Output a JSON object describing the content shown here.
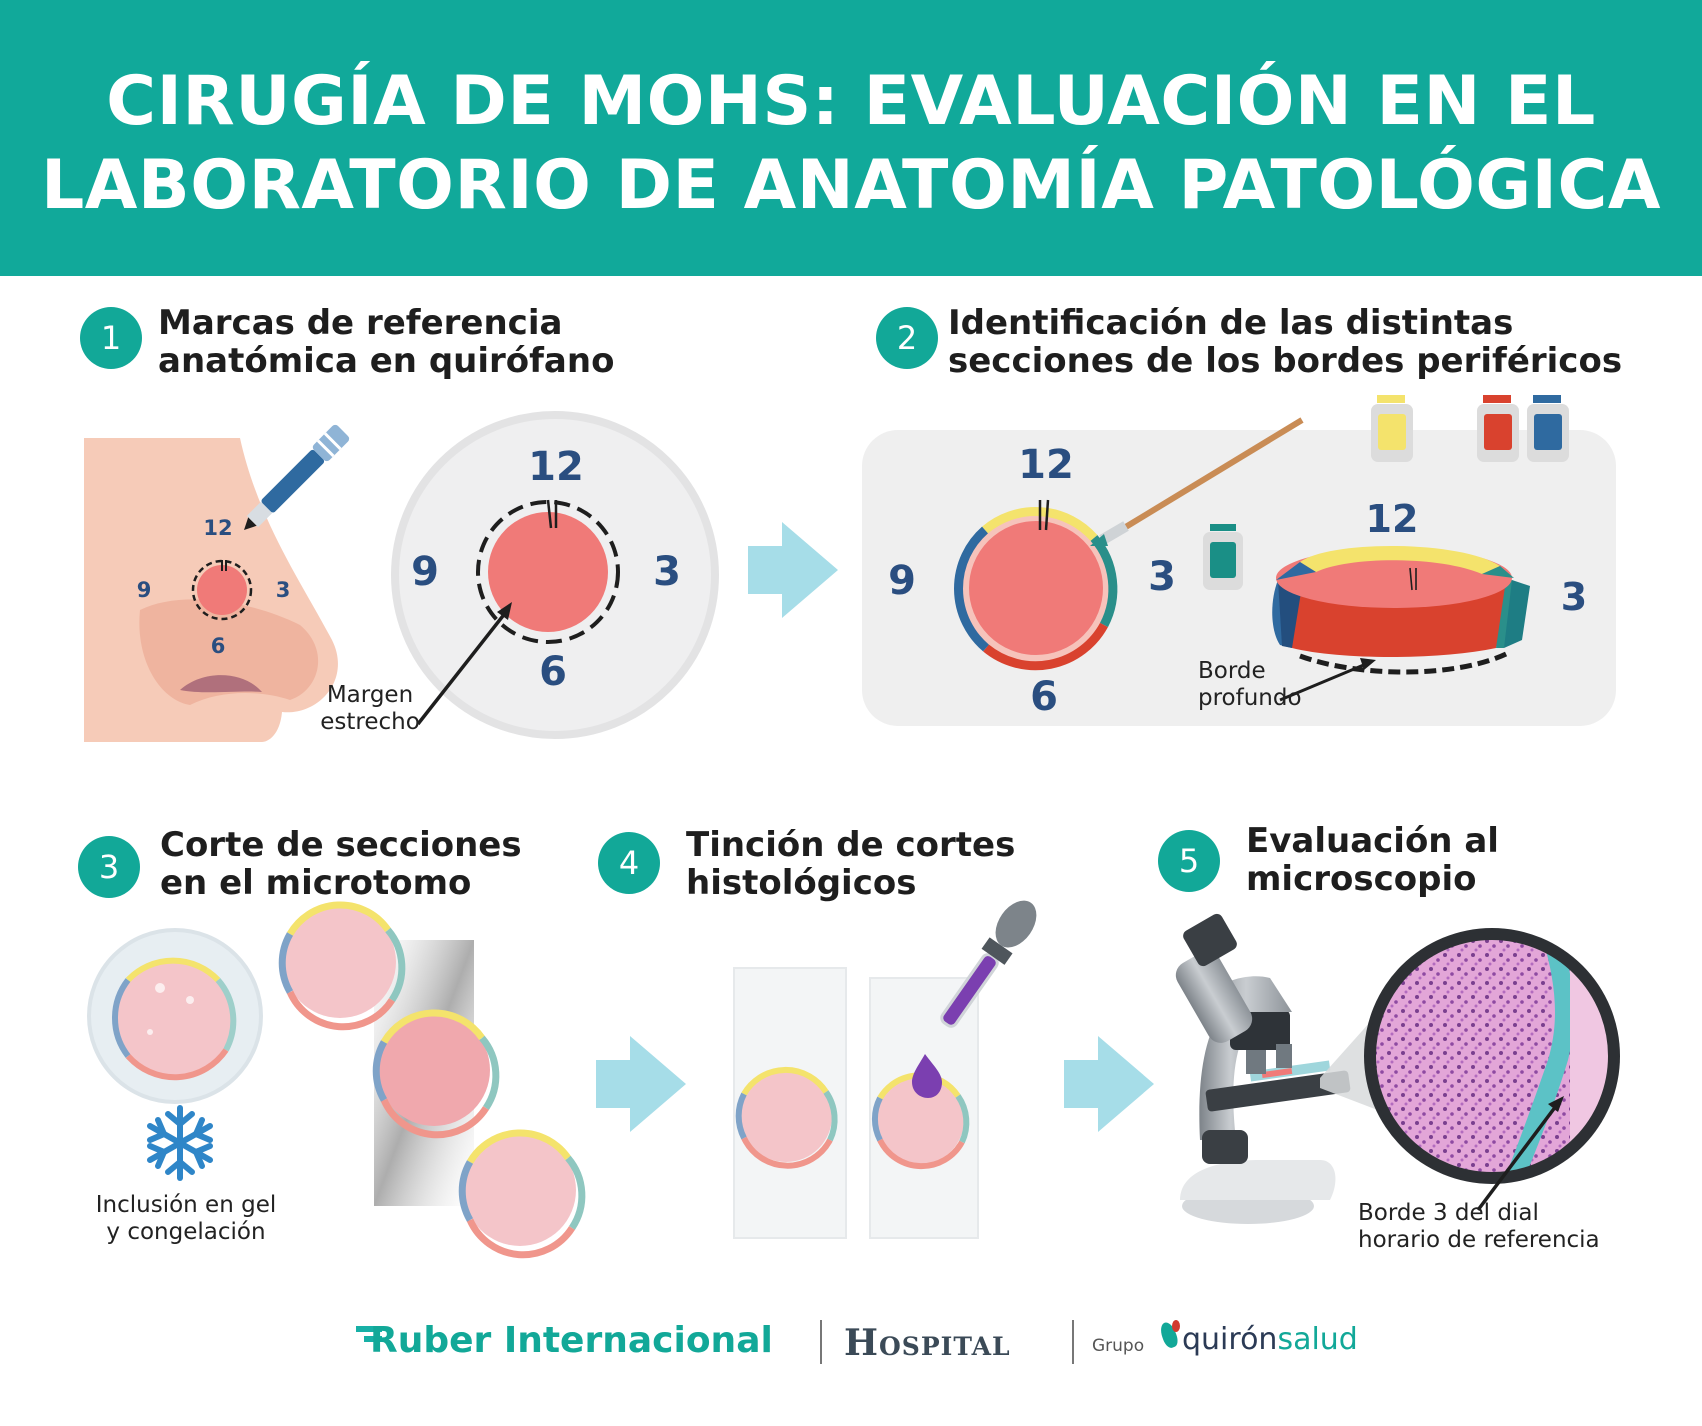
{
  "header": {
    "title_line1": "CIRUGÍA DE MOHS: EVALUACIÓN EN EL",
    "title_line2": "LABORATORIO DE ANATOMÍA PATOLÓGICA"
  },
  "steps": [
    {
      "number": "1",
      "line1": "Marcas de referencia",
      "line2": "anatómica en quirófano"
    },
    {
      "number": "2",
      "line1": "Identificación de las distintas",
      "line2": "secciones de los bordes periféricos"
    },
    {
      "number": "3",
      "line1": "Corte de secciones",
      "line2": "en el microtomo"
    },
    {
      "number": "4",
      "line1": "Tinción de cortes",
      "line2": "histológicos"
    },
    {
      "number": "5",
      "line1": "Evaluación al",
      "line2": "microscopio"
    }
  ],
  "clock": {
    "twelve": "12",
    "three": "3",
    "six": "6",
    "nine": "9"
  },
  "labels": {
    "margin_line1": "Margen",
    "margin_line2": "estrecho",
    "deep_line1": "Borde",
    "deep_line2": "profundo",
    "gel_line1": "Inclusión en gel",
    "gel_line2": "y congelación",
    "border_line1": "Borde 3 del dial",
    "border_line2": "horario de referencia"
  },
  "footer": {
    "brand1": "Ruber Internacional",
    "brand2": "Hospital",
    "group": "Grupo",
    "brand3_part1": "quirón",
    "brand3_part2": "salud"
  },
  "colors": {
    "teal": "#11a99a",
    "tissue": "#f07a78",
    "yellow": "#f4e36c",
    "red": "#d9422e",
    "blue": "#2f6aa0",
    "arrow": "#a6dde8"
  }
}
